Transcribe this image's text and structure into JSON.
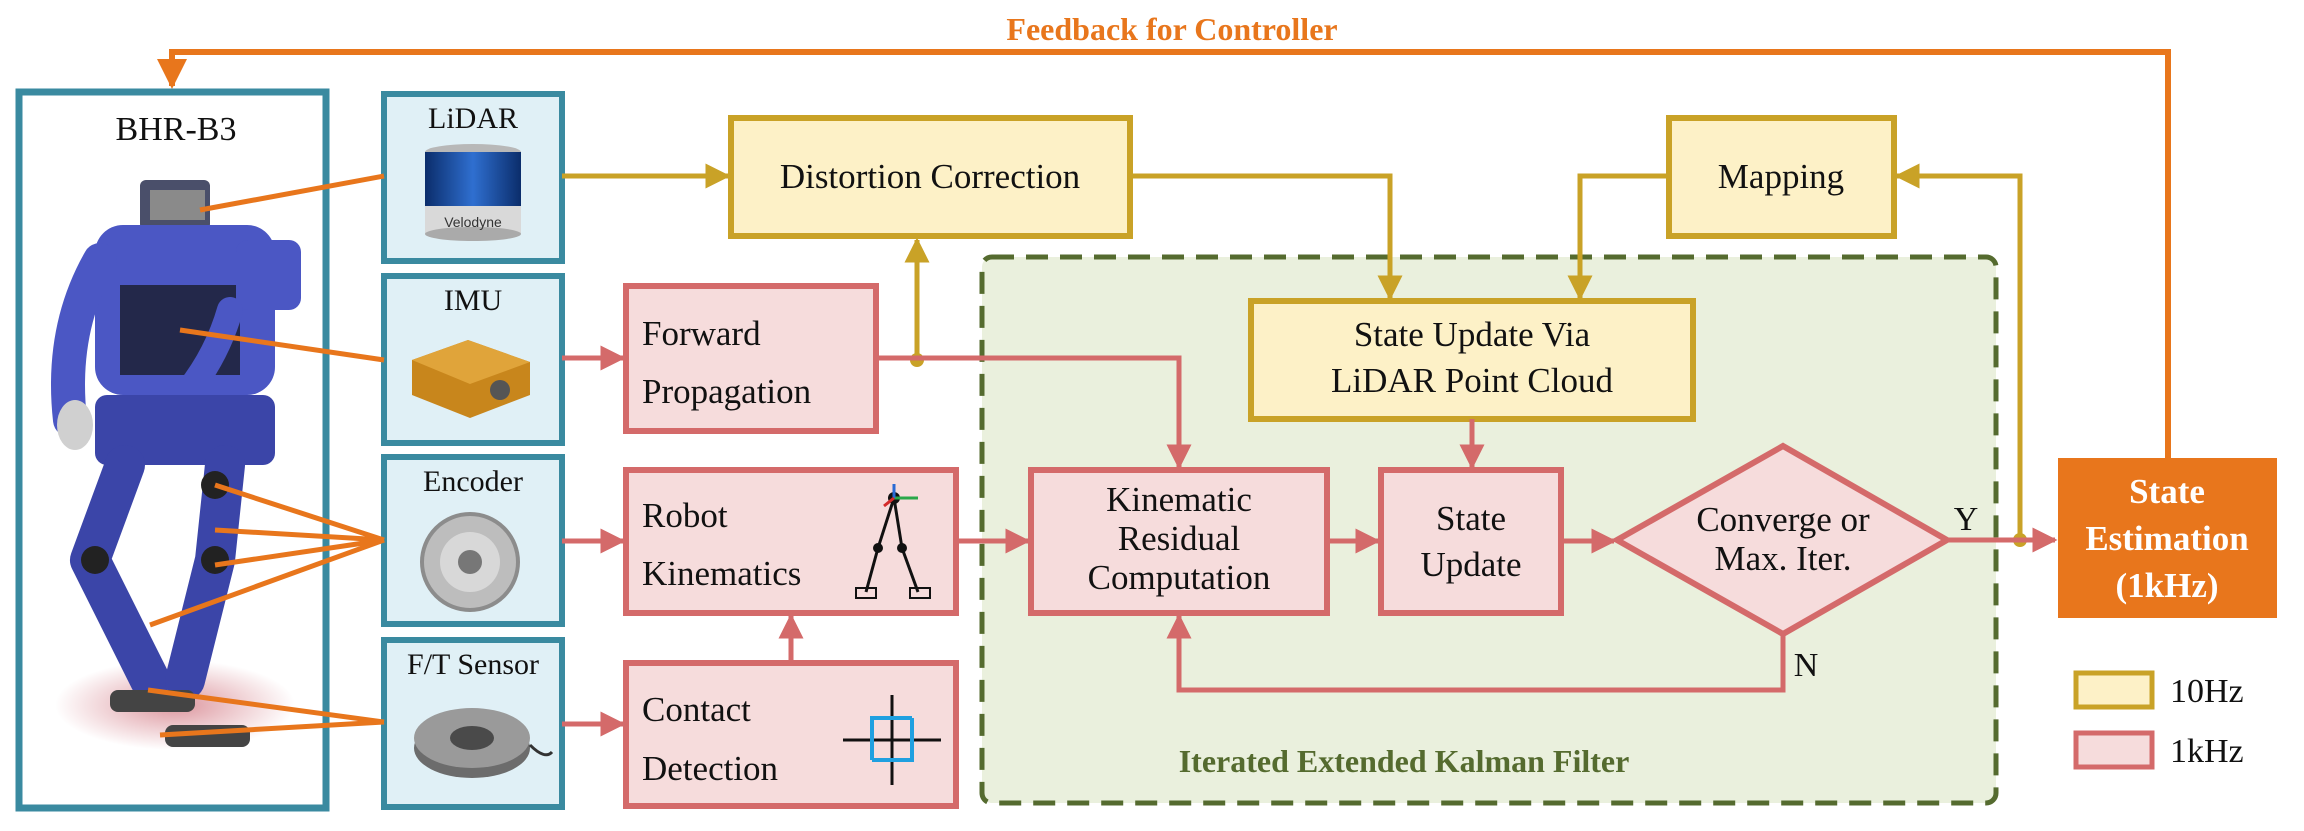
{
  "feedback_label": "Feedback for Controller",
  "robot": {
    "name": "BHR-B3"
  },
  "sensors": [
    {
      "label": "LiDAR",
      "icon": "lidar-icon",
      "brand": "Velodyne"
    },
    {
      "label": "IMU",
      "icon": "imu-icon"
    },
    {
      "label": "Encoder",
      "icon": "encoder-icon"
    },
    {
      "label": "F/T Sensor",
      "icon": "ft-sensor-icon"
    }
  ],
  "blocks": {
    "distortion_correction": "Distortion Correction",
    "mapping": "Mapping",
    "forward_propagation": {
      "line1": "Forward",
      "line2": "Propagation"
    },
    "robot_kinematics": {
      "line1": "Robot",
      "line2": "Kinematics"
    },
    "contact_detection": {
      "line1": "Contact",
      "line2": "Detection"
    },
    "state_update_lidar": {
      "line1": "State Update Via",
      "line2": "LiDAR Point Cloud"
    },
    "kinematic_residual": {
      "line1": "Kinematic",
      "line2": "Residual",
      "line3": "Computation"
    },
    "state_update": {
      "line1": "State",
      "line2": "Update"
    },
    "converge": {
      "line1": "Converge or",
      "line2": "Max. Iter."
    },
    "state_estimation": {
      "line1": "State",
      "line2": "Estimation",
      "line3": "(1kHz)"
    }
  },
  "branch_labels": {
    "yes": "Y",
    "no": "N"
  },
  "iekf_label": "Iterated Extended Kalman Filter",
  "legend": [
    {
      "label": "10Hz",
      "fill": "#fdf1c7",
      "stroke": "#c9a227"
    },
    {
      "label": "1kHz",
      "fill": "#f6dcdc",
      "stroke": "#d46a6a"
    }
  ],
  "colors": {
    "orange": "#e8761c",
    "gold": "#c9a227",
    "red": "#d46a6a",
    "teal": "#3a8aa0",
    "green": "#556b2f",
    "iekf_fill": "#eaf0dd"
  }
}
